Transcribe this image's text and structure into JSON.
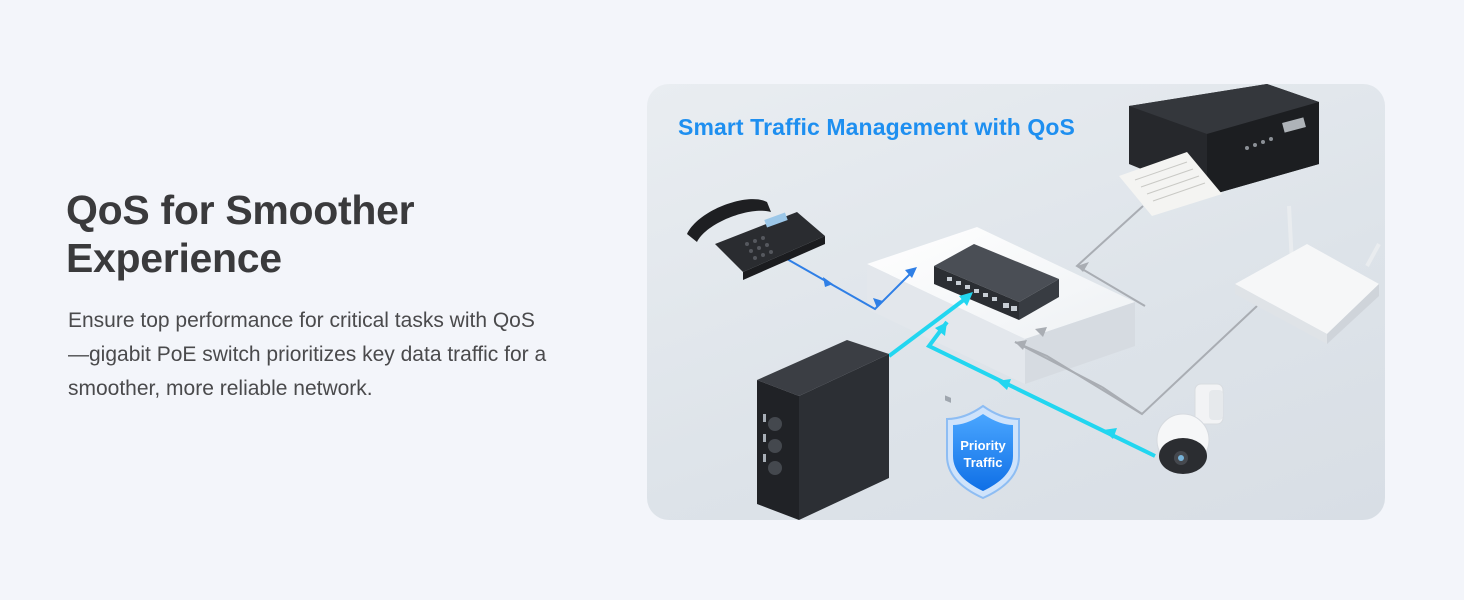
{
  "feature": {
    "heading": "QoS for Smoother Experience",
    "description": "Ensure top performance for critical tasks with QoS—gigabit PoE switch prioritizes key data traffic for a smoother, more reliable network."
  },
  "illustration": {
    "title": "Smart Traffic Management with QoS",
    "badge": {
      "line1": "Priority",
      "line2": "Traffic"
    },
    "colors": {
      "title": "#1e8ff0",
      "priority_arrow": "#22d6f0",
      "phone_arrow": "#2f7fe6",
      "normal_arrow": "#a9adb3",
      "badge": "#1a7cf0"
    },
    "devices": [
      "desk-phone",
      "network-switch",
      "printer",
      "wifi-router",
      "nas-server",
      "ptz-camera"
    ]
  }
}
